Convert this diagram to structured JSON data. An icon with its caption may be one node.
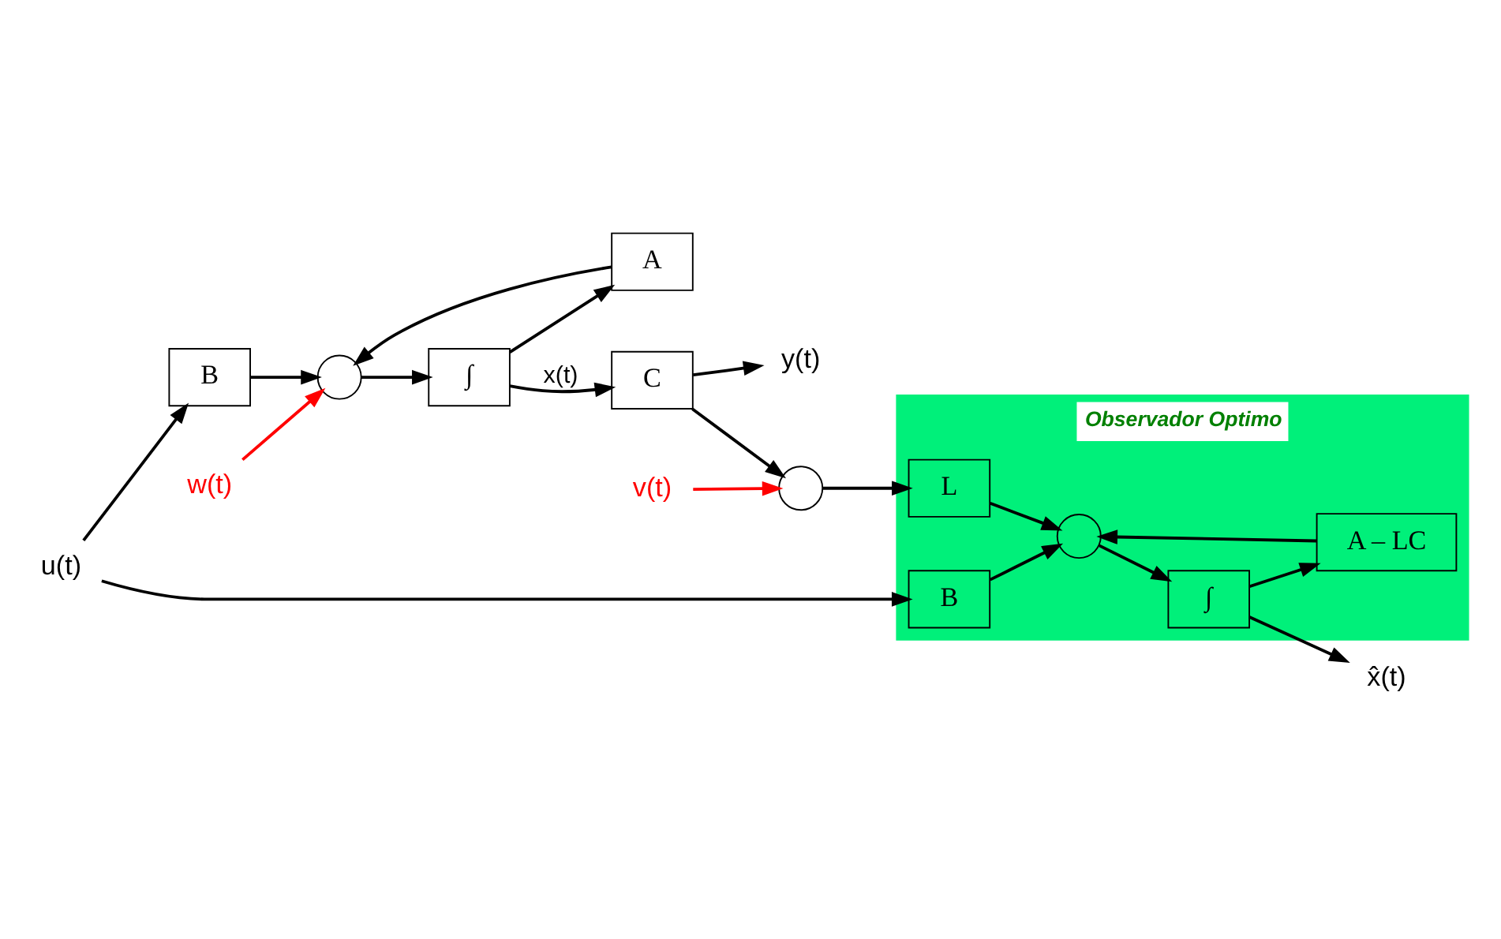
{
  "diagram": {
    "nodes": [
      {
        "text": [
          "u(t)"
        ]
      },
      {
        "text": [
          "B"
        ]
      },
      {
        "text": [
          "w(t)"
        ]
      },
      {
        "text": [],
        "shape": "circle"
      },
      {
        "text": [
          "∫"
        ]
      },
      {
        "text": [
          "C"
        ]
      },
      {
        "text": [
          "y(t)"
        ]
      },
      {
        "text": [
          "A"
        ]
      },
      {
        "text": [],
        "shape": "circle"
      },
      {
        "text": [
          "v(t)"
        ]
      },
      {
        "text": [
          "Observador Optimo"
        ]
      },
      {
        "text": [
          "B"
        ],
        "in": 10
      },
      {
        "text": [
          "x̂(t)"
        ]
      },
      {
        "text": [
          "∫"
        ],
        "in": 10
      },
      {
        "text": [],
        "shape": "circle",
        "in": 10
      },
      {
        "text": [
          "L"
        ],
        "in": 10
      },
      {
        "text": [
          "A – LC"
        ],
        "in": 10
      }
    ],
    "edges": [
      {
        "from": 0,
        "to": 1,
        "arrow": "to"
      },
      {
        "from": 1,
        "to": 3,
        "arrow": "to"
      },
      {
        "from": 2,
        "to": 3,
        "arrow": "to",
        "color": "#ff0000"
      },
      {
        "from": 3,
        "to": 4,
        "arrow": "to"
      },
      {
        "from": 4,
        "to": 5,
        "arrow": "to",
        "label": "x(t)"
      },
      {
        "from": 4,
        "to": 7,
        "arrow": "to"
      },
      {
        "from": 7,
        "to": 3,
        "arrow": "to"
      },
      {
        "from": 5,
        "to": 6,
        "arrow": "to"
      },
      {
        "from": 5,
        "to": 8,
        "arrow": "to"
      },
      {
        "from": 9,
        "to": 8,
        "arrow": "to",
        "color": "#ff0000"
      },
      {
        "from": 8,
        "to": 15,
        "arrow": "to"
      },
      {
        "from": 0,
        "to": 11,
        "arrow": "to"
      },
      {
        "from": 11,
        "to": 14,
        "arrow": "to"
      },
      {
        "from": 15,
        "to": 14,
        "arrow": "to"
      },
      {
        "from": 14,
        "to": 13,
        "arrow": "to"
      },
      {
        "from": 13,
        "to": 12,
        "arrow": "to"
      },
      {
        "from": 13,
        "to": 16,
        "arrow": "to"
      },
      {
        "from": 16,
        "to": 14,
        "arrow": "to"
      }
    ]
  }
}
